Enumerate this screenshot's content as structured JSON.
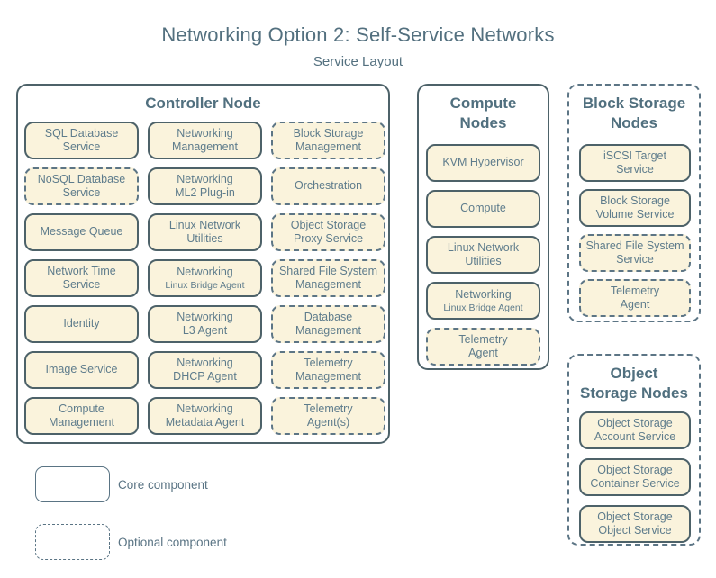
{
  "page": {
    "title": "Networking Option 2: Self-Service Networks",
    "subtitle": "Service Layout"
  },
  "colors": {
    "background": "#ffffff",
    "box_fill": "#faf3dc",
    "solid_stroke": "#4d6269",
    "dashed_stroke": "#5c7585",
    "label_text": "#5e7c8c",
    "heading_text": "#51707f",
    "legend_text": "#5a7484"
  },
  "nodes": {
    "controller": {
      "title_lines": [
        "Controller Node"
      ],
      "border": "solid",
      "services": [
        {
          "label": "SQL Database\nService",
          "type": "core"
        },
        {
          "label": "Networking\nManagement",
          "type": "core"
        },
        {
          "label": "Block Storage\nManagement",
          "type": "optional"
        },
        {
          "label": "NoSQL Database\nService",
          "type": "optional"
        },
        {
          "label": "Networking\nML2 Plug-in",
          "type": "core"
        },
        {
          "label": "Orchestration",
          "type": "optional"
        },
        {
          "label": "Message Queue",
          "type": "core"
        },
        {
          "label": "Linux Network\nUtilities",
          "type": "core"
        },
        {
          "label": "Object Storage\nProxy Service",
          "type": "optional"
        },
        {
          "label": "Network Time\nService",
          "type": "core"
        },
        {
          "label": "Networking",
          "sublabel": "Linux Bridge Agent",
          "type": "core"
        },
        {
          "label": "Shared File System\nManagement",
          "type": "optional"
        },
        {
          "label": "Identity",
          "type": "core"
        },
        {
          "label": "Networking\nL3 Agent",
          "type": "core"
        },
        {
          "label": "Database\nManagement",
          "type": "optional"
        },
        {
          "label": "Image Service",
          "type": "core"
        },
        {
          "label": "Networking\nDHCP Agent",
          "type": "core"
        },
        {
          "label": "Telemetry\nManagement",
          "type": "optional"
        },
        {
          "label": "Compute\nManagement",
          "type": "core"
        },
        {
          "label": "Networking\nMetadata Agent",
          "type": "core"
        },
        {
          "label": "Telemetry\nAgent(s)",
          "type": "optional"
        }
      ]
    },
    "compute": {
      "title_lines": [
        "Compute",
        "Nodes"
      ],
      "border": "solid",
      "services": [
        {
          "label": "KVM Hypervisor",
          "type": "core"
        },
        {
          "label": "Compute",
          "type": "core"
        },
        {
          "label": "Linux Network\nUtilities",
          "type": "core"
        },
        {
          "label": "Networking",
          "sublabel": "Linux Bridge Agent",
          "type": "core"
        },
        {
          "label": "Telemetry\nAgent",
          "type": "optional"
        }
      ]
    },
    "block_storage": {
      "title_lines": [
        "Block Storage",
        "Nodes"
      ],
      "border": "dashed",
      "services": [
        {
          "label": "iSCSI Target\nService",
          "type": "core"
        },
        {
          "label": "Block Storage\nVolume Service",
          "type": "core"
        },
        {
          "label": "Shared File System\nService",
          "type": "optional"
        },
        {
          "label": "Telemetry\nAgent",
          "type": "optional"
        }
      ]
    },
    "object_storage": {
      "title_lines": [
        "Object",
        "Storage Nodes"
      ],
      "border": "dashed",
      "services": [
        {
          "label": "Object Storage\nAccount Service",
          "type": "core"
        },
        {
          "label": "Object Storage\nContainer Service",
          "type": "core"
        },
        {
          "label": "Object Storage\nObject Service",
          "type": "core"
        }
      ]
    }
  },
  "legend": {
    "items": [
      {
        "label": "Core component",
        "type": "core"
      },
      {
        "label": "Optional component",
        "type": "optional"
      }
    ]
  }
}
